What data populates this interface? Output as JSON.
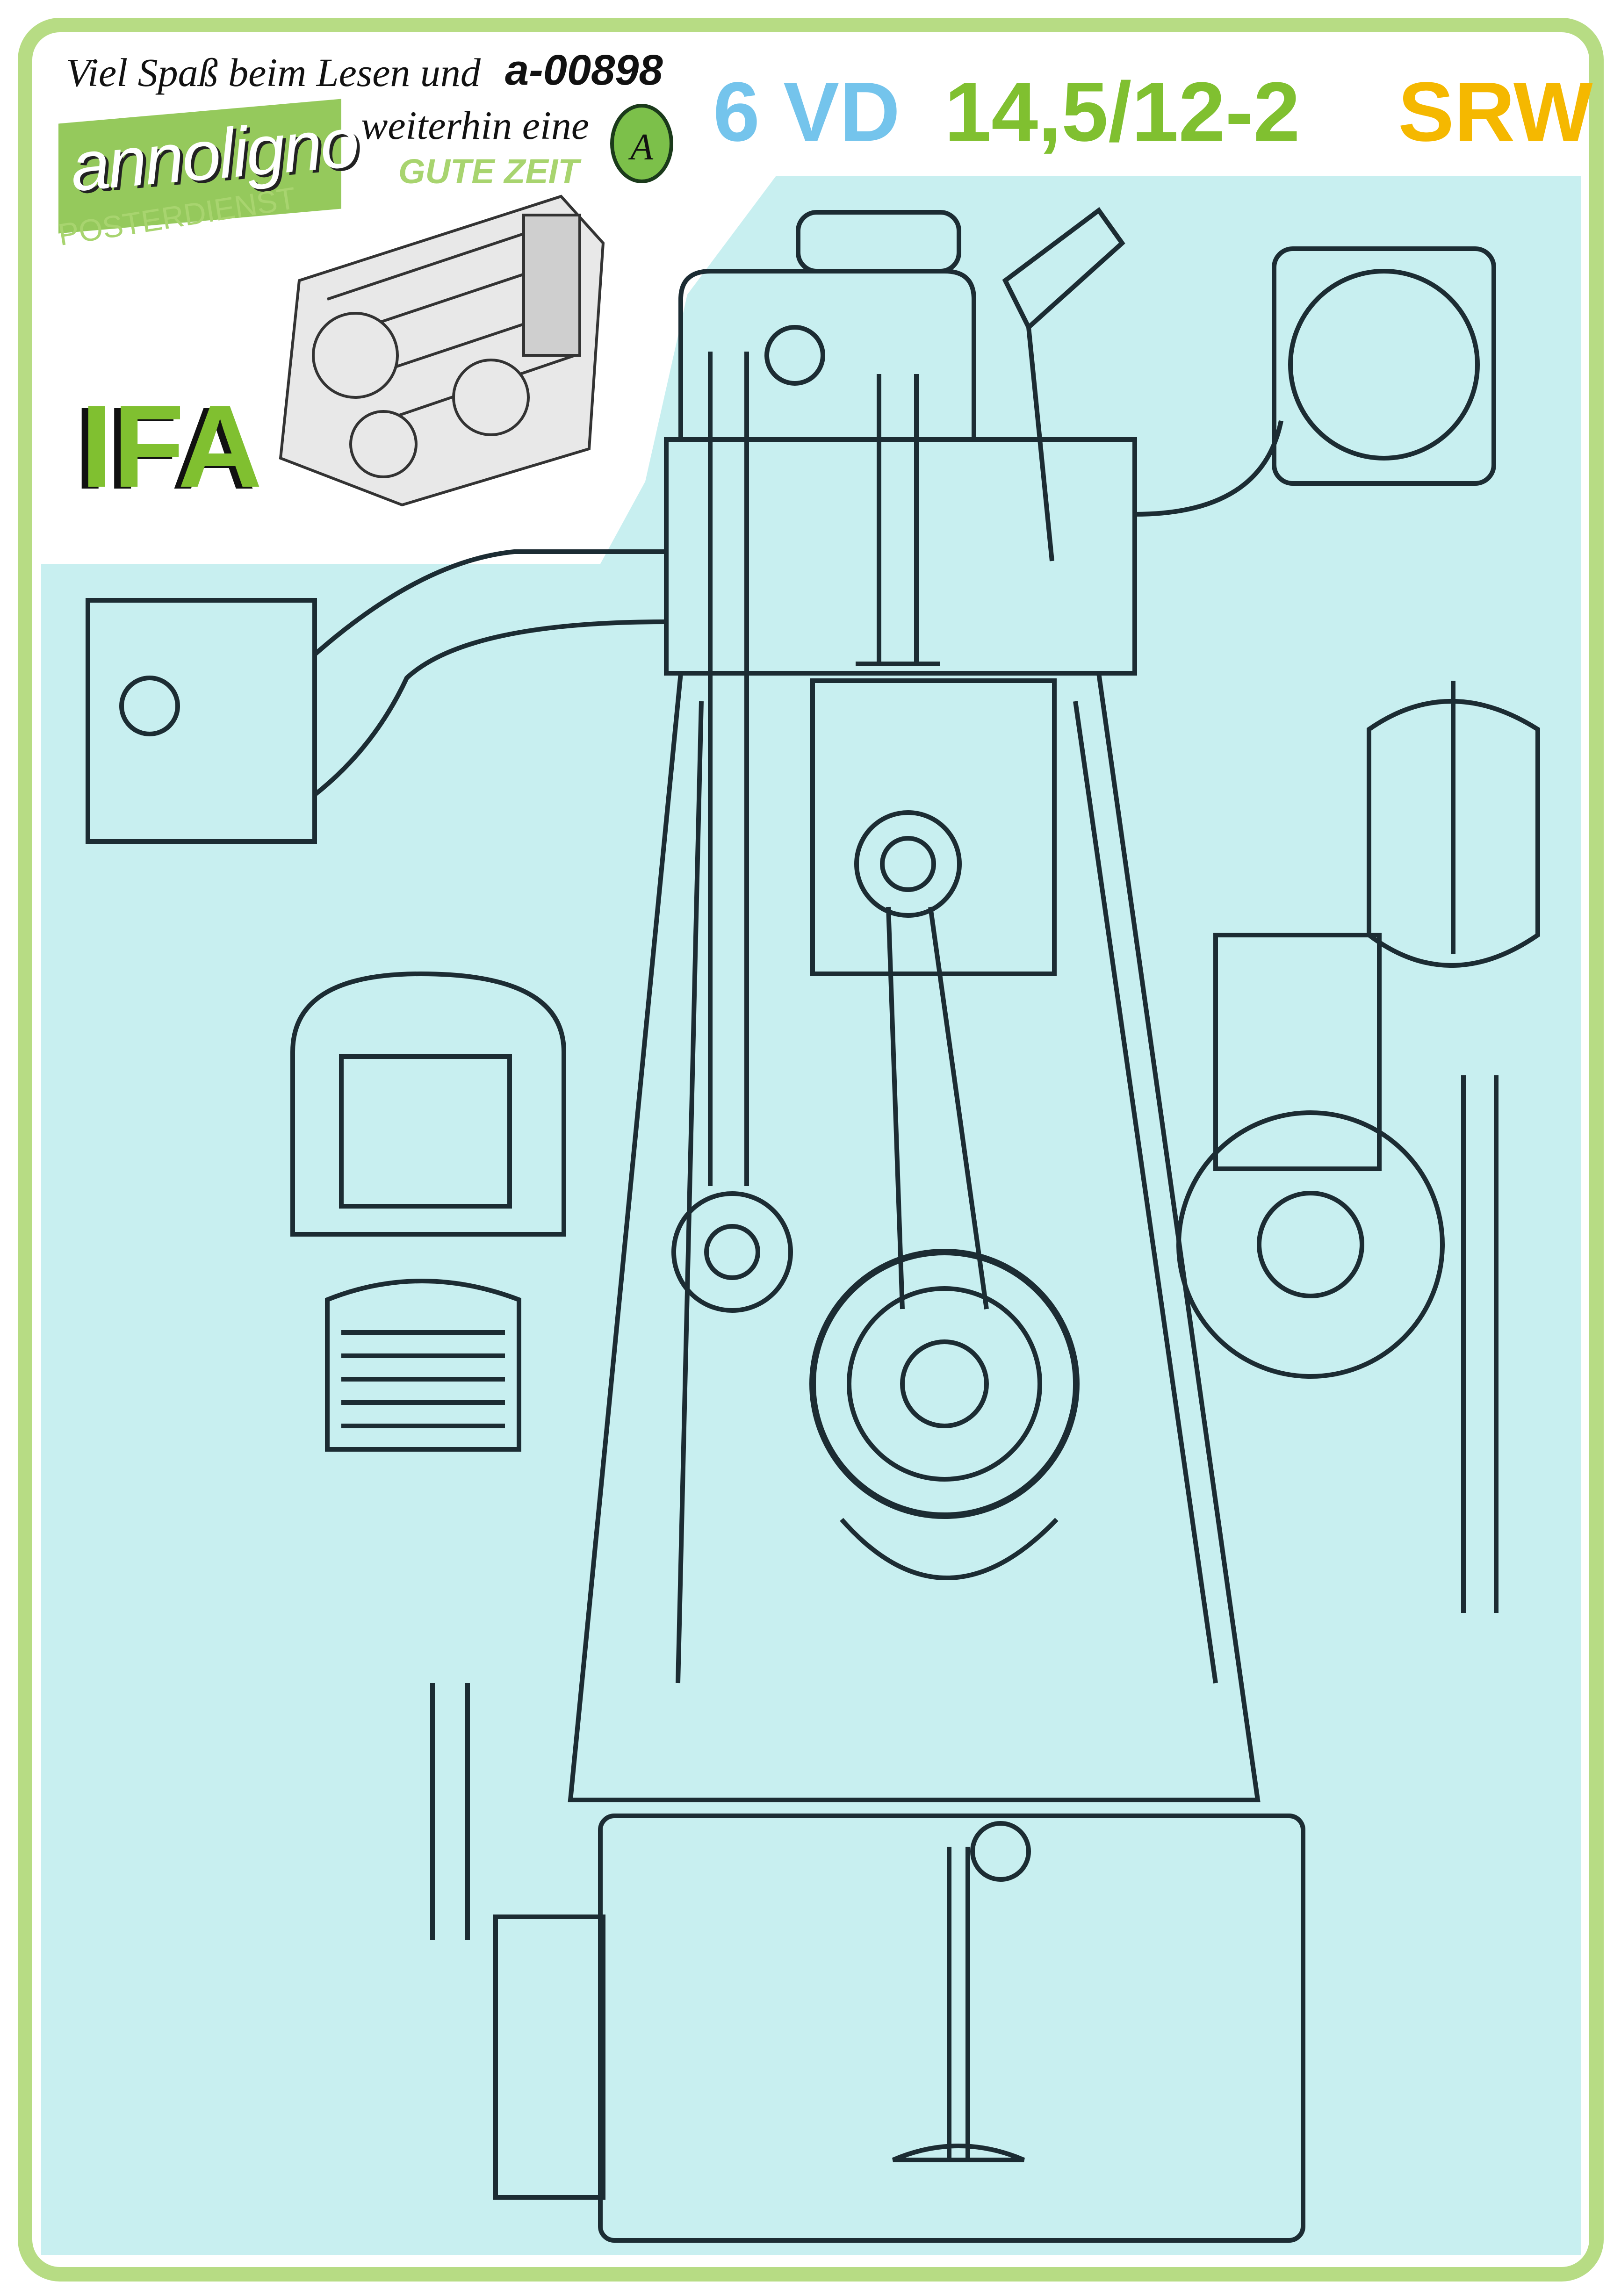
{
  "header": {
    "greeting_line1": "Viel Spaß beim Lesen und",
    "item_code": "a-00898",
    "greeting_line2": "weiterhin eine",
    "greeting_line3": "GUTE ZEIT",
    "badge_letter": "A"
  },
  "brand": {
    "logo": "annoligno",
    "subtitle": "POSTERDIENST"
  },
  "title": {
    "part1": "6 VD",
    "part2": "14,5/12-2",
    "part3": "SRW",
    "manufacturer": "IFA"
  },
  "colors": {
    "frame": "#b7dc84",
    "blueprint": "#c8eff0",
    "part1": "#74c4ec",
    "part2": "#80c030",
    "part3": "#f5b800"
  }
}
